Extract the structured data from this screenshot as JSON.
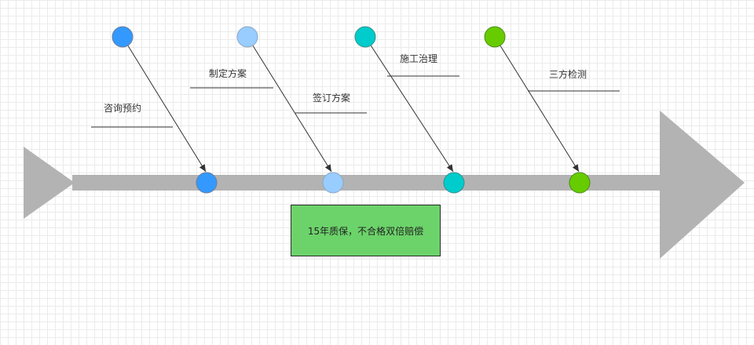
{
  "steps": [
    {
      "label": "咨询预约",
      "color": "#3399ff"
    },
    {
      "label": "制定方案",
      "color": "#99ccff"
    },
    {
      "label": "签订方案",
      "color": "#99ccff"
    },
    {
      "label": "施工治理",
      "color": "#00cccc"
    },
    {
      "label": "三方检测",
      "color": "#66cc00"
    }
  ],
  "note": {
    "text": "15年质保，不合格双倍赔偿",
    "color": "#6cd36a"
  },
  "spine": {
    "color": "#b3b3b3"
  }
}
